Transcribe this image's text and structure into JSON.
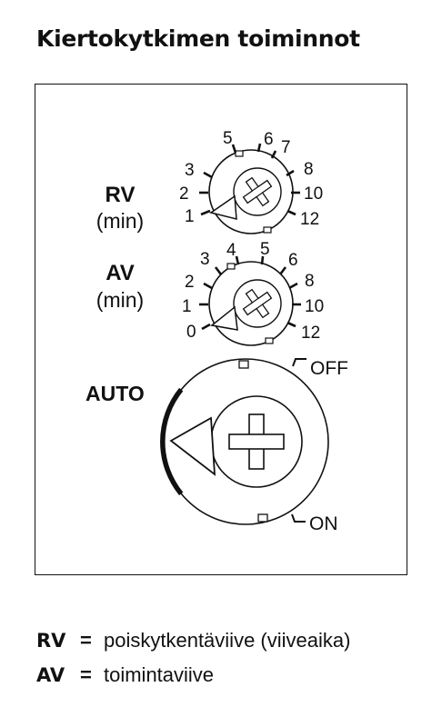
{
  "title": "Kiertokytkimen toiminnot",
  "rv_dial": {
    "label": "RV",
    "unit": "(min)",
    "ticks": [
      "1",
      "2",
      "3",
      "5",
      "6",
      "7",
      "8",
      "10",
      "12"
    ]
  },
  "av_dial": {
    "label": "AV",
    "unit": "(min)",
    "ticks": [
      "0",
      "1",
      "2",
      "3",
      "4",
      "5",
      "6",
      "8",
      "10",
      "12"
    ]
  },
  "mode_dial": {
    "auto_label": "AUTO",
    "off_label": "OFF",
    "on_label": "ON"
  },
  "legend": [
    {
      "abbr": "RV",
      "equals": "=",
      "text": "poiskytkentäviive (viiveaika)"
    },
    {
      "abbr": "AV",
      "equals": "=",
      "text": "toimintaviive"
    }
  ]
}
